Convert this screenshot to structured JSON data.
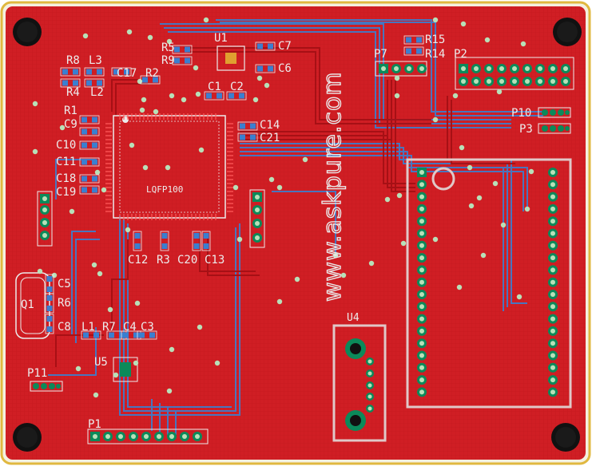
{
  "board": {
    "watermark": "www.askpure.com",
    "ic_label": "LQFP100",
    "module_label": "U4",
    "colors": {
      "board": "#d01e24",
      "board_edge": "#e8c04a",
      "silk": "#e8e8e8",
      "trace_blue": "#3a7fd0",
      "trace_red": "#b3141a",
      "via": "#b8e0b8",
      "pad_green": "#0b8a5a",
      "hole": "#111111"
    }
  },
  "labels": {
    "u1": "U1",
    "c7": "C7",
    "c6": "C6",
    "r5": "R5",
    "r9": "R9",
    "r8": "R8",
    "l3": "L3",
    "c17": "C17",
    "r2": "R2",
    "r4": "R4",
    "l2": "L2",
    "c1": "C1",
    "c2": "C2",
    "r1": "R1",
    "c9": "C9",
    "c10": "C10",
    "c11": "C11",
    "c18": "C18",
    "c19": "C19",
    "c14": "C14",
    "c21": "C21",
    "c12": "C12",
    "r3": "R3",
    "c20": "C20",
    "c13": "C13",
    "c5": "C5",
    "q1": "Q1",
    "r6": "R6",
    "c8": "C8",
    "l1": "L1",
    "r7": "R7",
    "c4": "C4",
    "c3": "C3",
    "u5": "U5",
    "p11": "P11",
    "p1": "P1",
    "p7": "P7",
    "r15": "R15",
    "r14": "R14",
    "p2": "P2",
    "p10": "P10",
    "p3": "P3"
  }
}
